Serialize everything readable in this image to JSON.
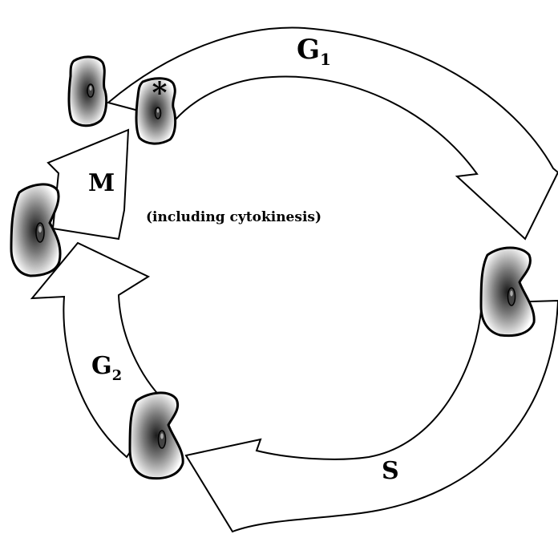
{
  "diagram": {
    "phases": {
      "g1": {
        "letter": "G",
        "subscript": "1"
      },
      "s": {
        "letter": "S"
      },
      "g2": {
        "letter": "G",
        "subscript": "2"
      },
      "m": {
        "letter": "M",
        "note": "(including cytokinesis)"
      }
    },
    "marker": "*",
    "colors": {
      "outline": "#000000",
      "arrow_fill": "#ffffff",
      "cell_center": "#1a1a1a",
      "cell_edge": "#ffffff"
    }
  }
}
